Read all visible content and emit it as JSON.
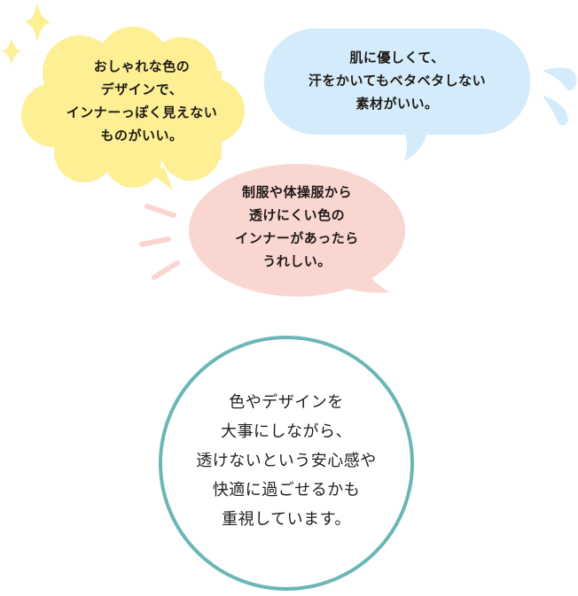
{
  "colors": {
    "yellow": "#fdef94",
    "blue": "#d3ebfa",
    "pink": "#fad6d1",
    "teal_ring": "#6bb6b6",
    "text": "#1e1a17"
  },
  "bubbles": {
    "yellow": {
      "shape": "cloud",
      "lines": [
        "おしゃれな色の",
        "デザインで、",
        "インナーっぽく見えない",
        "ものがいい。"
      ]
    },
    "blue": {
      "shape": "rounded-speech",
      "lines": [
        "肌に優しくて、",
        "汗をかいてもベタベタしない",
        "素材がいい。"
      ]
    },
    "pink": {
      "shape": "oval-speech",
      "lines": [
        "制服や体操服から",
        "透けにくい色の",
        "インナーがあったら",
        "うれしい。"
      ]
    }
  },
  "circle": {
    "lines": [
      "色やデザインを",
      "大事にしながら、",
      "透けないという安心感や",
      "快適に過ごせるかも",
      "重視しています。"
    ]
  },
  "decorations": {
    "sparkles": "sparkle-icon",
    "drops": "sweat-drops-icon",
    "lines": "emphasis-lines-icon"
  }
}
